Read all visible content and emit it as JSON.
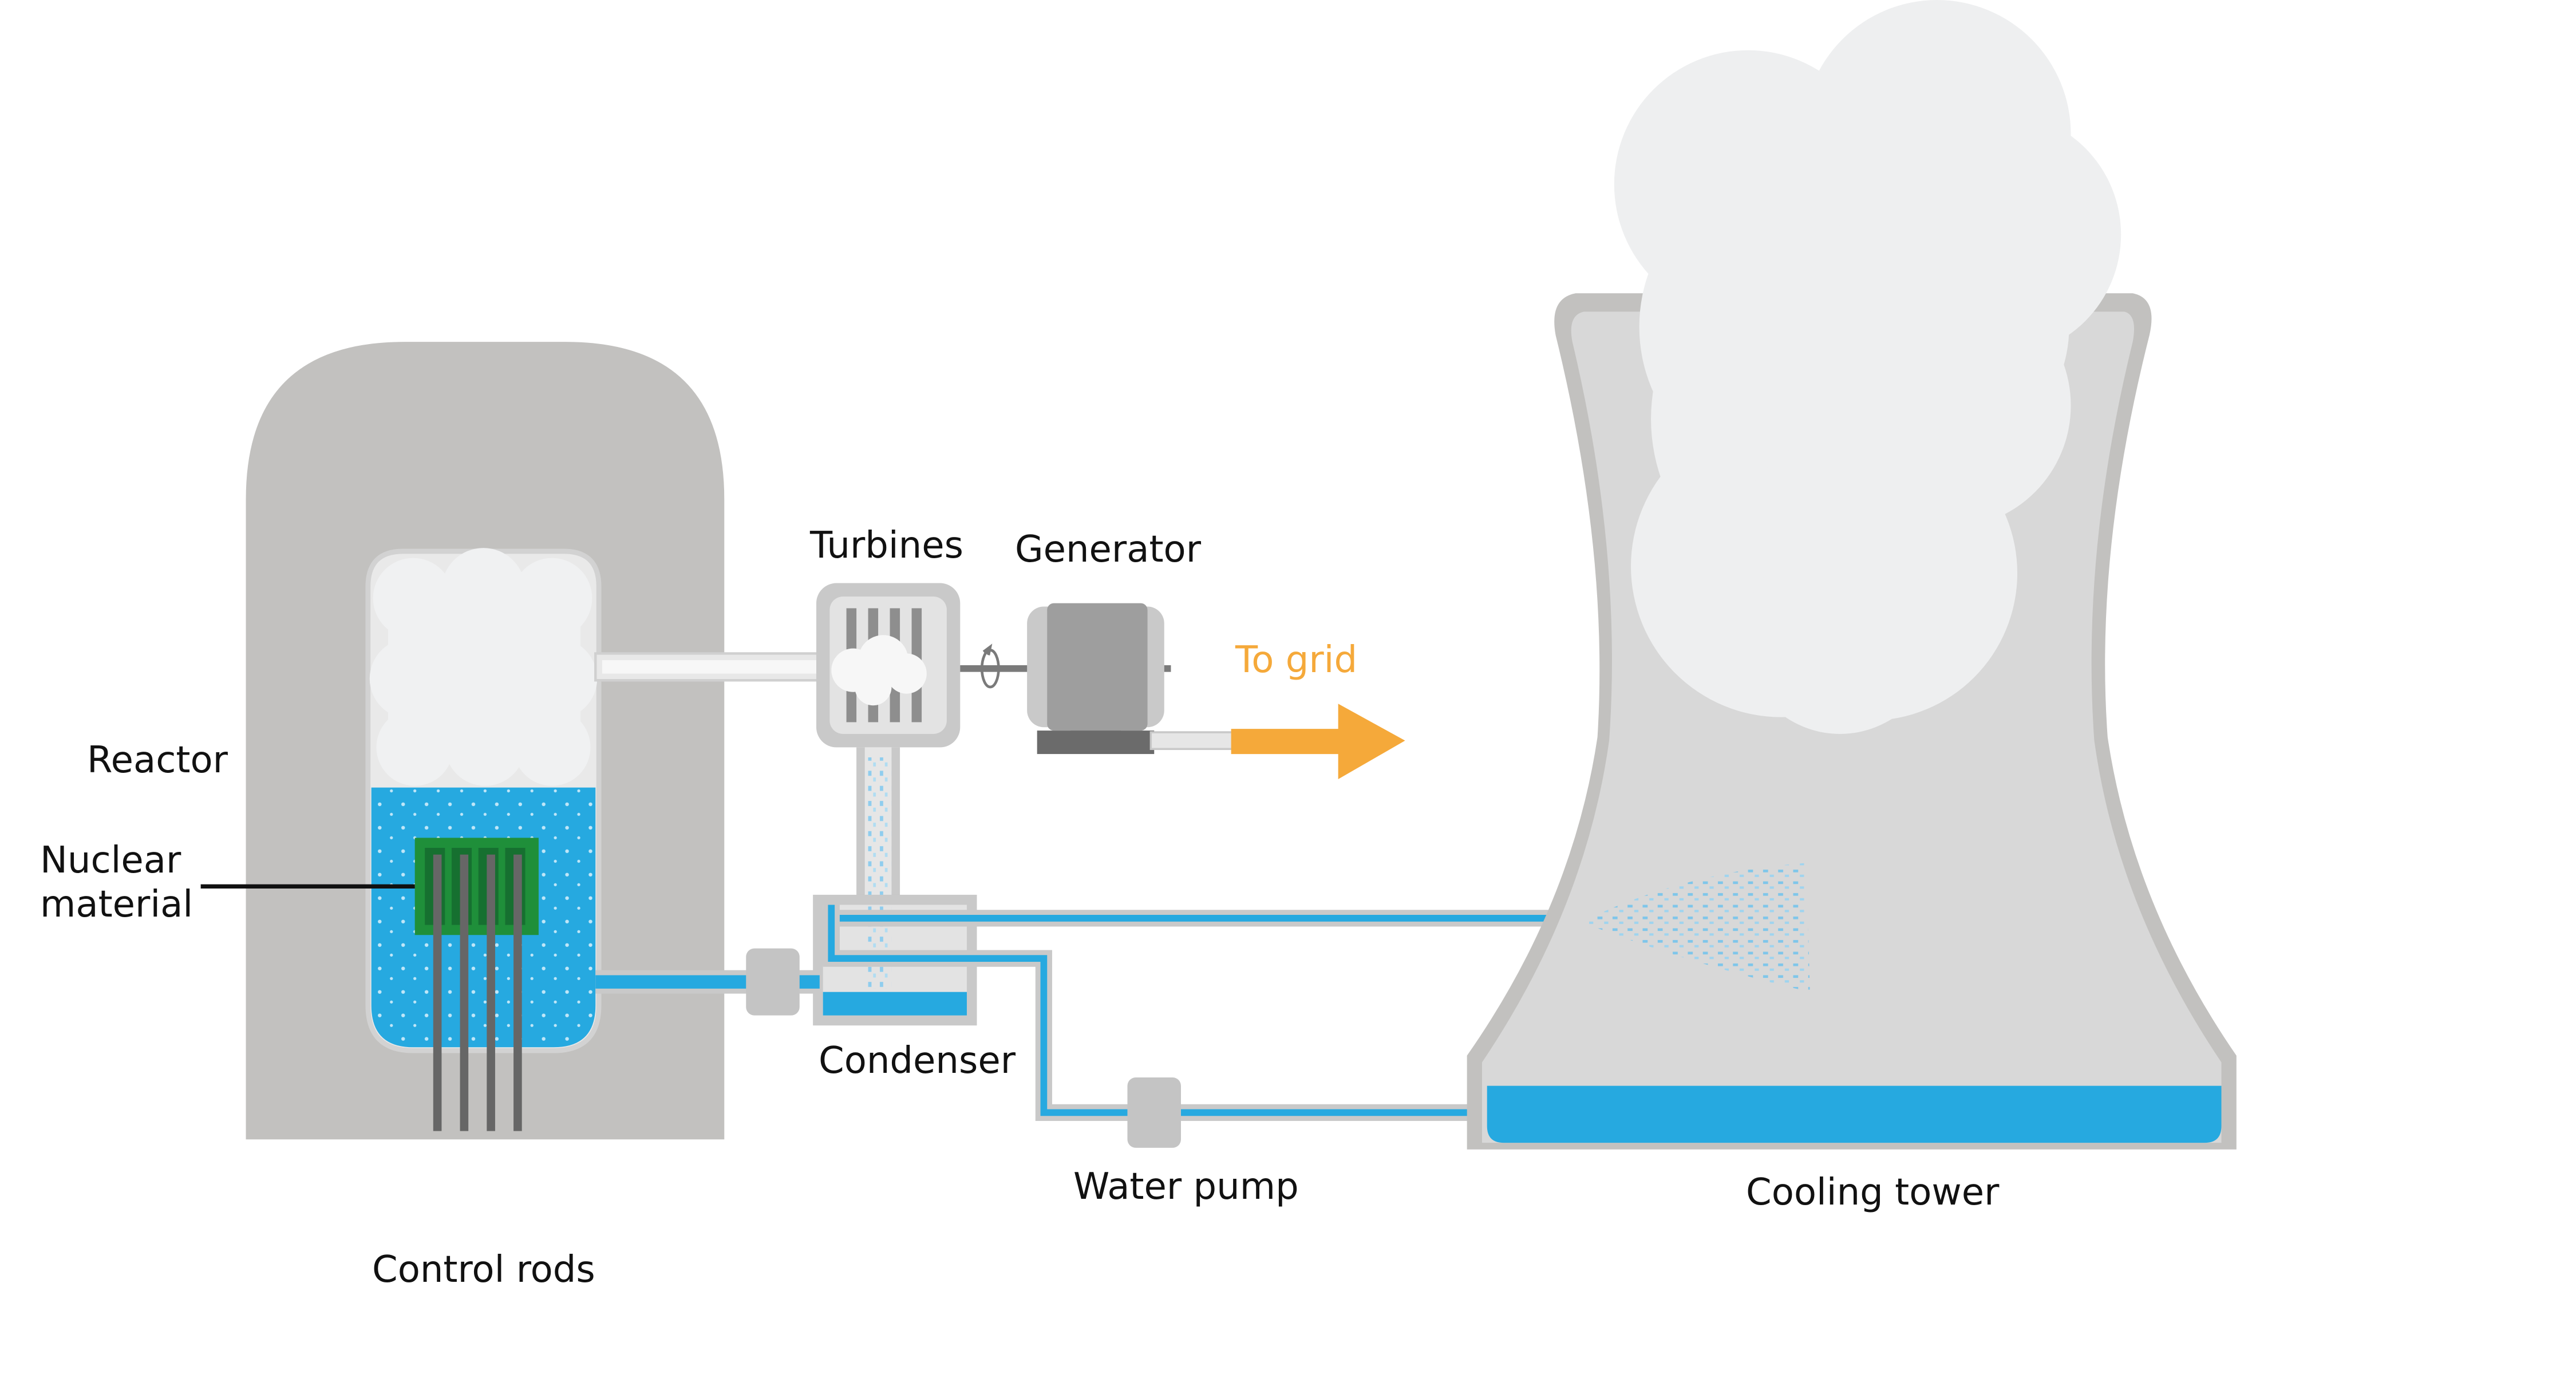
{
  "labels": {
    "reactor": "Reactor",
    "nuclear_material": "Nuclear\nmaterial",
    "control_rods": "Control rods",
    "turbines": "Turbines",
    "generator": "Generator",
    "to_grid": "To grid",
    "condenser": "Condenser",
    "water_pump": "Water pump",
    "cooling_tower": "Cooling tower"
  },
  "colors": {
    "structure_gray": "#c2c1bf",
    "tower_gray": "#d6d6d6",
    "water_blue": "#26a9e0",
    "steam_white": "#f0f1f2",
    "fuel_green": "#1f8f3a",
    "rod_gray": "#666666",
    "grid_orange": "#f5a93a",
    "text": "#111111"
  },
  "icons": [
    "steam-cloud-icon",
    "rotation-arrow-icon",
    "grid-arrow-icon"
  ]
}
